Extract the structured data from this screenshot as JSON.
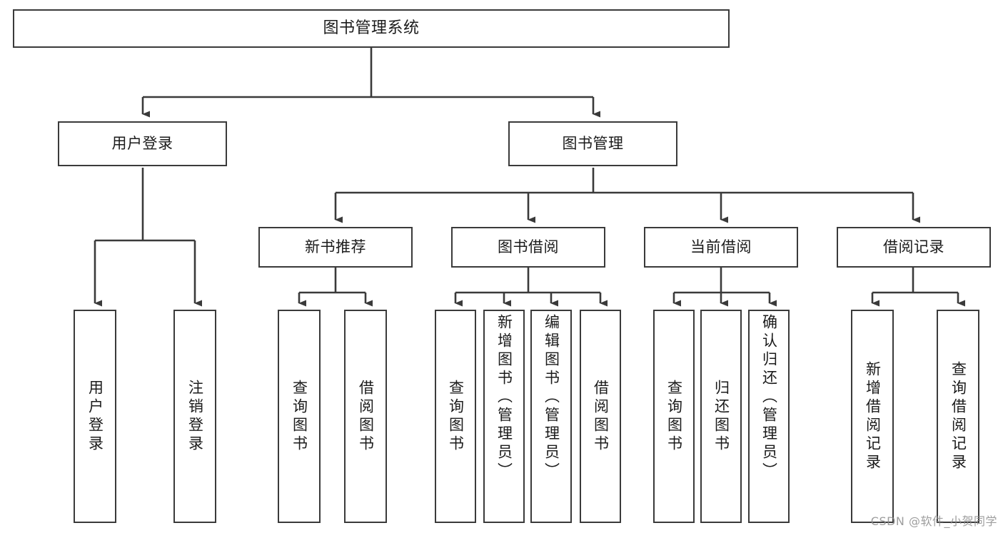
{
  "diagram": {
    "title_node": {
      "label": "图书管理系统"
    },
    "level2": [
      {
        "id": "user-login",
        "label": "用户登录"
      },
      {
        "id": "book-management",
        "label": "图书管理"
      }
    ],
    "level3": [
      {
        "id": "new-book-recommend",
        "label": "新书推荐"
      },
      {
        "id": "book-borrow",
        "label": "图书借阅"
      },
      {
        "id": "current-borrow",
        "label": "当前借阅"
      },
      {
        "id": "borrow-record",
        "label": "借阅记录"
      }
    ],
    "leaves": {
      "user_login": [
        {
          "id": "leaf-user-login",
          "label": "用户登录"
        },
        {
          "id": "leaf-logout-login",
          "label": "注销登录"
        }
      ],
      "new_book_recommend": [
        {
          "id": "leaf-query-book-1",
          "label": "查询图书"
        },
        {
          "id": "leaf-borrow-book-1",
          "label": "借阅图书"
        }
      ],
      "book_borrow": [
        {
          "id": "leaf-query-book-2",
          "label": "查询图书"
        },
        {
          "id": "leaf-add-book-admin",
          "label": "新增图书（管理员）"
        },
        {
          "id": "leaf-edit-book-admin",
          "label": "编辑图书（管理员）"
        },
        {
          "id": "leaf-borrow-book-2",
          "label": "借阅图书"
        }
      ],
      "current_borrow": [
        {
          "id": "leaf-query-book-3",
          "label": "查询图书"
        },
        {
          "id": "leaf-return-book",
          "label": "归还图书"
        },
        {
          "id": "leaf-confirm-return-admin",
          "label": "确认归还（管理员）"
        }
      ],
      "borrow_record": [
        {
          "id": "leaf-add-borrow-record",
          "label": "新增借阅记录"
        },
        {
          "id": "leaf-query-borrow-record",
          "label": "查询借阅记录"
        }
      ]
    }
  },
  "watermark": {
    "text": "CSDN @软件_小贺同学"
  },
  "colors": {
    "line": "#3a3a3a",
    "box_border": "#3a3a3a",
    "box_fill": "#ffffff",
    "text": "#1b1b1b",
    "watermark": "#8d8d8d",
    "background": "#ffffff"
  }
}
